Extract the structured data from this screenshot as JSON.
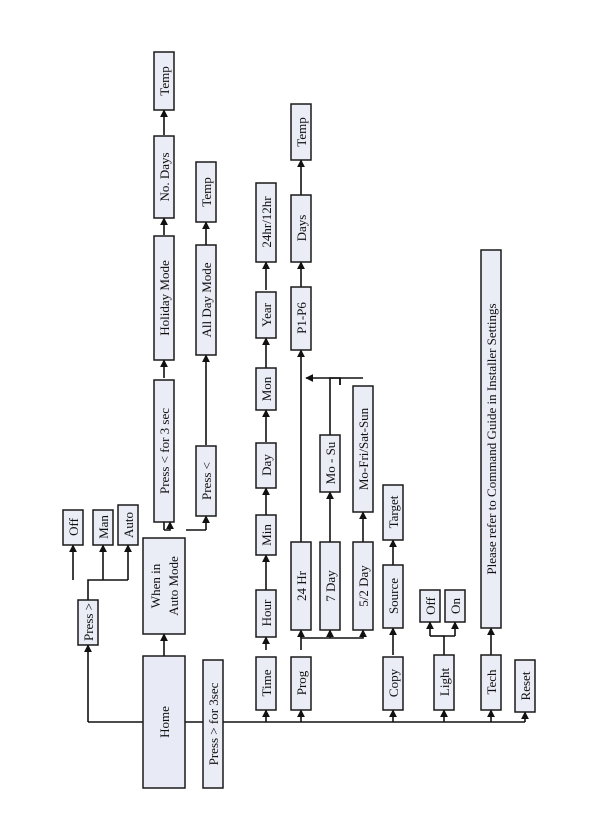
{
  "nodes": {
    "home": "Home",
    "press_right": "Press >",
    "off_top": "Off",
    "man": "Man",
    "auto": "Auto",
    "when_in_line1": "When in",
    "when_in_line2": "Auto Mode",
    "press_left_3sec": "Press < for 3 sec",
    "holiday_mode": "Holiday Mode",
    "no_days": "No. Days",
    "temp_holiday": "Temp",
    "press_left": "Press <",
    "all_day_mode": "All Day Mode",
    "temp_allday": "Temp",
    "press_right_3sec": "Press > for 3sec",
    "time": "Time",
    "hour": "Hour",
    "min": "Min",
    "day": "Day",
    "mon": "Mon",
    "year": "Year",
    "hr_format": "24hr/12hr",
    "prog": "Prog",
    "hr24": "24 Hr",
    "day7": "7 Day",
    "day52": "5/2 Day",
    "mo_su": "Mo - Su",
    "mofri_satsun": "Mo-Fri/Sat-Sun",
    "p1_p6": "P1-P6",
    "days": "Days",
    "temp_prog": "Temp",
    "copy": "Copy",
    "source": "Source",
    "target": "Target",
    "light": "Light",
    "light_off": "Off",
    "light_on": "On",
    "tech": "Tech",
    "tech_note": "Please refer to Command Guide in Installer Settings",
    "reset": "Reset"
  }
}
